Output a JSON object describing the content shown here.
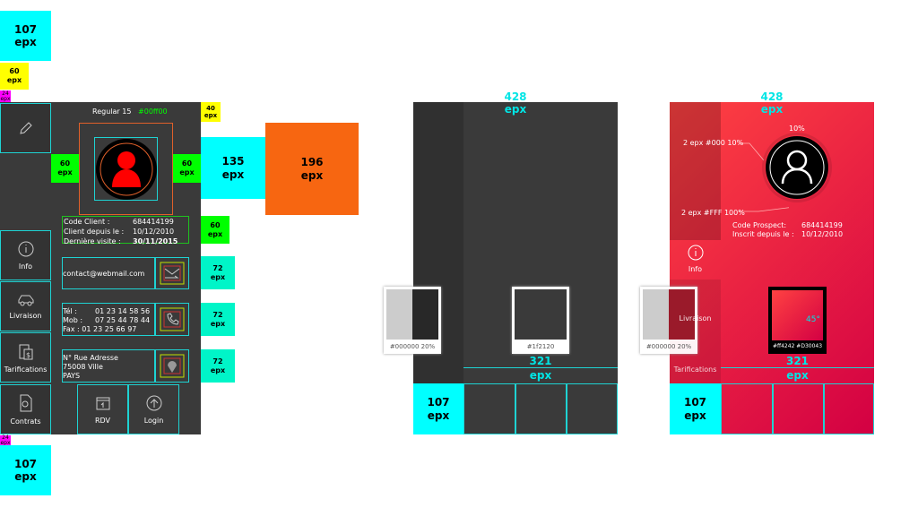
{
  "annotations": {
    "w107": "107",
    "epx": "epx",
    "w60": "60",
    "w24": "24",
    "w40": "40",
    "w135": "135",
    "w196": "196",
    "w72": "72",
    "w428": "428",
    "w321": "321"
  },
  "left_phone": {
    "font_note": "Regular 15",
    "font_color": "#00ff00",
    "sidebar": [
      {
        "label": "Info",
        "icon": "info-icon"
      },
      {
        "label": "Livraison",
        "icon": "car-icon"
      },
      {
        "label": "Tarifications",
        "icon": "price-tag-icon"
      },
      {
        "label": "Contrats",
        "icon": "contract-icon"
      }
    ],
    "client": {
      "code_label": "Code Client :",
      "code": "684414199",
      "since_label": "Client depuis le :",
      "since": "10/12/2010",
      "visit_label": "Dernière visite :",
      "visit": "30/11/2015"
    },
    "email": "contact@webmail.com",
    "phones": {
      "tel_label": "Tél :",
      "tel": "01 23 14 58 56",
      "mob_label": "Mob :",
      "mob": "07 25 44 78 44",
      "fax_label": "Fax :",
      "fax": "01 23 25 66 97"
    },
    "address": {
      "line1": "N° Rue Adresse",
      "line2": "75008 Ville",
      "line3": "PAYS"
    },
    "buttons": {
      "rdv": "RDV",
      "login": "Login"
    }
  },
  "middle_phone": {
    "swatch_overlay": "#000000 20%",
    "swatch_bg": "#1f2120"
  },
  "right_phone": {
    "ring_opacity": "10%",
    "ann_black": "2 epx #000  10%",
    "ann_white": "2 epx #FFF  100%",
    "prospect": {
      "code_label": "Code Prospect:",
      "code": "684414199",
      "since_label": "Inscrit depuis le :",
      "since": "10/12/2010"
    },
    "sidebar": {
      "info": "Info",
      "livraison": "Livraison",
      "tarifications": "Tarifications"
    },
    "swatch_overlay": "#000000 20%",
    "gradient": "#ff4242 #D30043",
    "angle": "45°"
  },
  "colors": {
    "dark": "#3a3a3a",
    "red_start": "#ff4242",
    "red_end": "#d30043",
    "cyan": "#00ffff"
  }
}
